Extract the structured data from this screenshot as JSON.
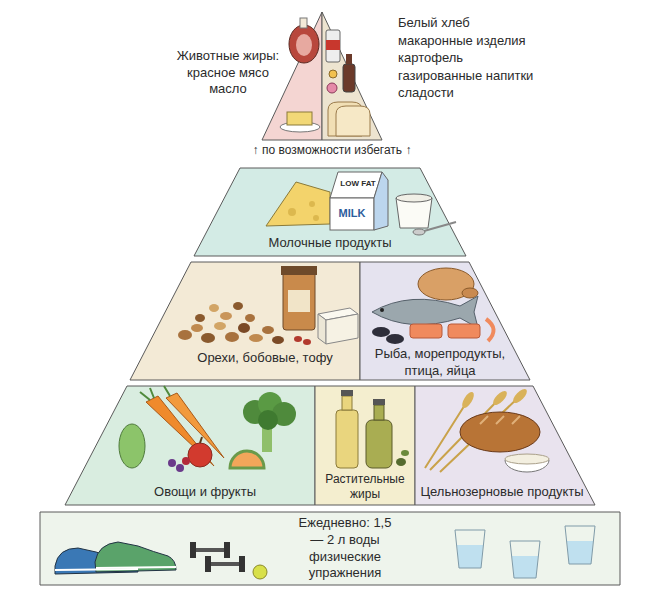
{
  "diagram": {
    "nodes": [
      {
        "text": [
          "Животные жиры: красное мясо масло"
        ]
      },
      {
        "text": [
          "Белый хлеб макаронные изделия картофель газированные напитки сладости"
        ]
      },
      {
        "text": [
          "Молочные продукты"
        ]
      },
      {
        "text": [
          "Орехи, бобовые, тофу"
        ]
      },
      {
        "text": [
          "Рыба, морепродукты, птица, яйца"
        ]
      },
      {
        "text": [
          "Овощи и фрукты"
        ]
      },
      {
        "text": [
          "Растительные жиры"
        ]
      },
      {
        "text": [
          "Цельнозерновые продукты"
        ]
      },
      {
        "text": [
          "Ежедневно: 1,5 — 2 л воды физические упражнения"
        ]
      }
    ],
    "labels": [
      "↑ по возможности избегать ↑",
      "LOW FAT",
      "MILK"
    ]
  }
}
